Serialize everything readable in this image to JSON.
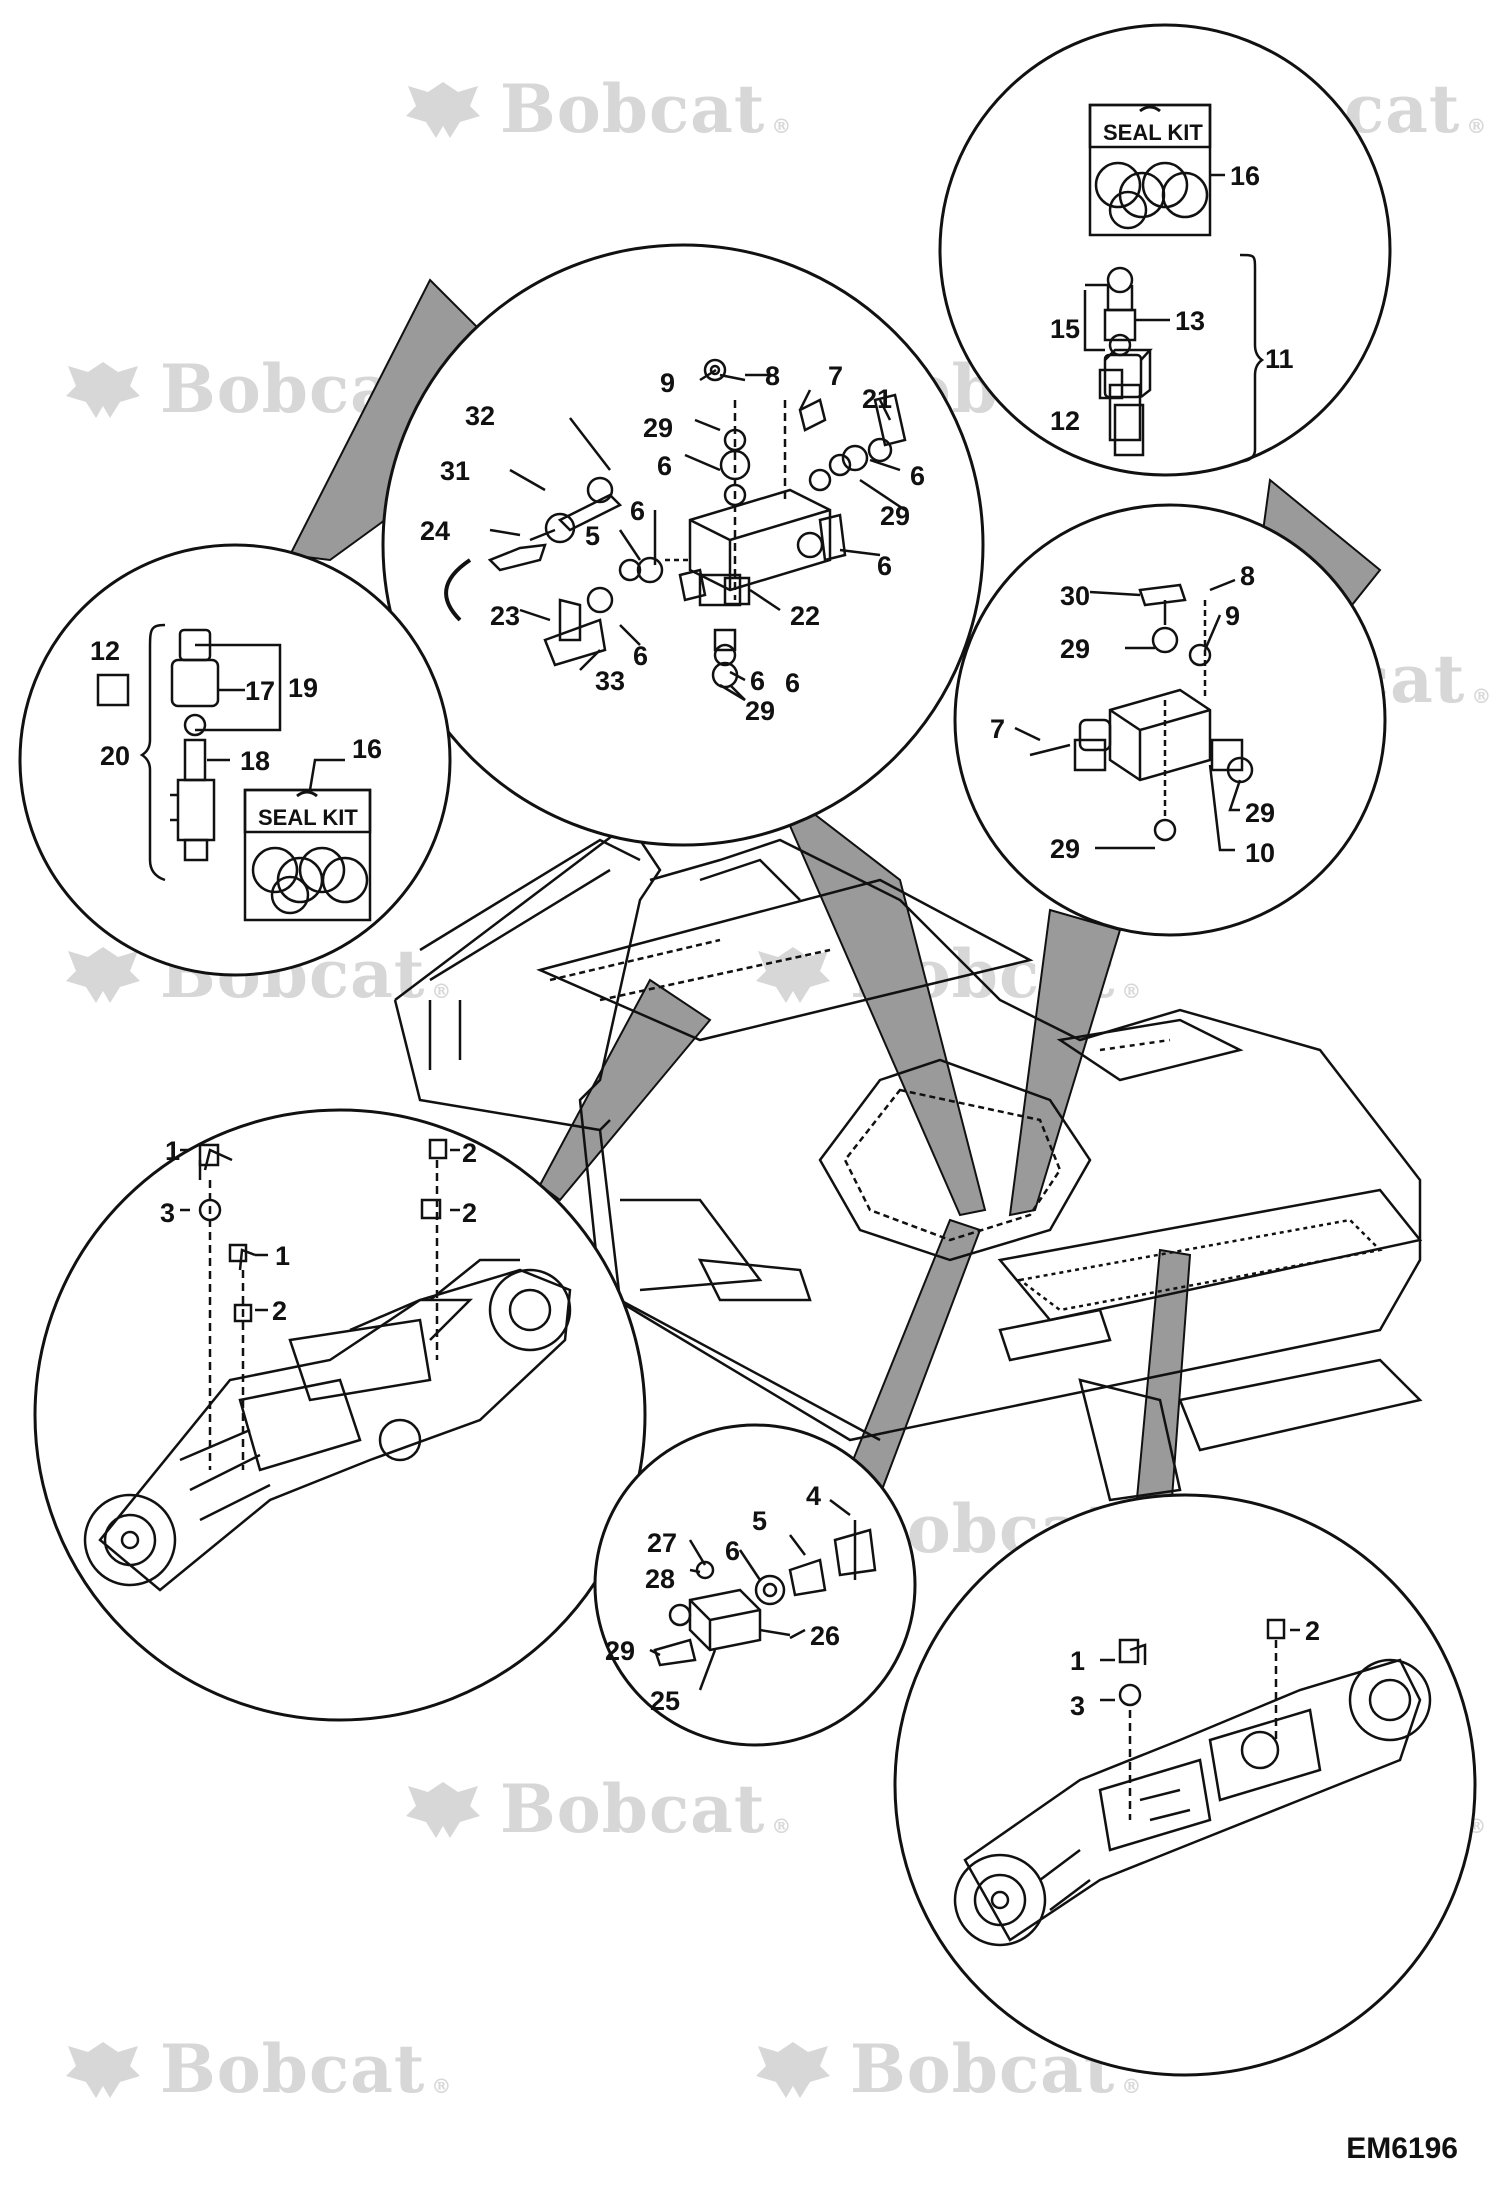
{
  "brand": {
    "watermark": "Bobcat",
    "registered": "®",
    "logo_icon": "bobcat-head-icon"
  },
  "drawing_id": "EM6196",
  "seal_kit_label": "SEAL KIT",
  "callouts": {
    "valve_block": [
      "32",
      "31",
      "24",
      "23",
      "33",
      "9",
      "8",
      "7",
      "21",
      "29",
      "6",
      "5",
      "6",
      "6",
      "6",
      "29",
      "6",
      "6",
      "22",
      "6",
      "29"
    ],
    "seal_kit_small": [
      "16",
      "13",
      "15",
      "12",
      "11"
    ],
    "solenoid_left": [
      "12",
      "19",
      "17",
      "20",
      "18",
      "16"
    ],
    "valve_right": [
      "30",
      "8",
      "29",
      "9",
      "7",
      "29",
      "29",
      "10"
    ],
    "axle_left": [
      "1",
      "2",
      "3",
      "2",
      "1",
      "2"
    ],
    "coupler_center": [
      "4",
      "5",
      "27",
      "6",
      "28",
      "26",
      "29",
      "25"
    ],
    "axle_right": [
      "2",
      "1",
      "3"
    ]
  },
  "colors": {
    "line": "#111111",
    "pointer": "#9a9a9a",
    "watermark": "#d7d7d7"
  }
}
